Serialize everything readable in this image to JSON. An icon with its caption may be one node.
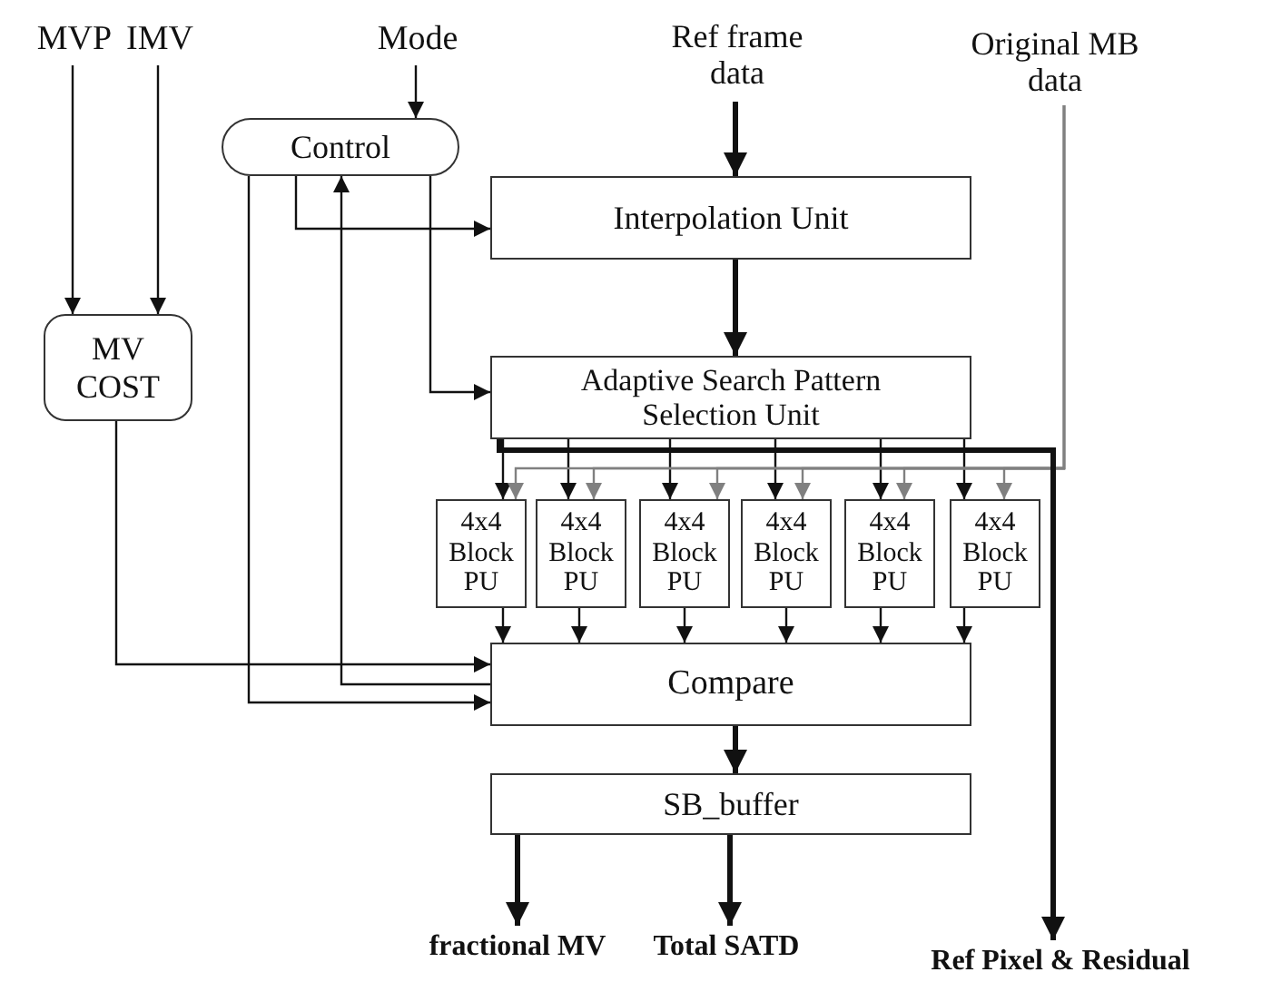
{
  "diagram": {
    "nodes": [
      {
        "text": [
          "MVP"
        ]
      },
      {
        "text": [
          "IMV"
        ]
      },
      {
        "text": [
          "Mode"
        ]
      },
      {
        "text": [
          "Ref frame data"
        ]
      },
      {
        "text": [
          "Original MB data"
        ]
      },
      {
        "text": [
          "Control"
        ]
      },
      {
        "text": [
          "MV COST"
        ]
      },
      {
        "text": [
          "Interpolation Unit"
        ]
      },
      {
        "text": [
          "Adaptive Search Pattern Selection Unit"
        ]
      },
      {
        "text": [
          "4x4 Block PU"
        ]
      },
      {
        "text": [
          "4x4 Block PU"
        ]
      },
      {
        "text": [
          "4x4 Block PU"
        ]
      },
      {
        "text": [
          "4x4 Block PU"
        ]
      },
      {
        "text": [
          "4x4 Block PU"
        ]
      },
      {
        "text": [
          "4x4 Block PU"
        ]
      },
      {
        "text": [
          "Compare"
        ]
      },
      {
        "text": [
          "SB_buffer"
        ]
      },
      {
        "text": [
          "fractional MV"
        ]
      },
      {
        "text": [
          "Total SATD"
        ]
      },
      {
        "text": [
          "Ref Pixel & Residual"
        ]
      }
    ],
    "edges": [
      {
        "from": 0,
        "to": 6,
        "arrow": "to"
      },
      {
        "from": 1,
        "to": 6,
        "arrow": "to"
      },
      {
        "from": 2,
        "to": 5,
        "arrow": "to"
      },
      {
        "from": 3,
        "to": 7,
        "arrow": "to",
        "style": "thick"
      },
      {
        "from": 5,
        "to": 7,
        "arrow": "to"
      },
      {
        "from": 5,
        "to": 8,
        "arrow": "to"
      },
      {
        "from": 7,
        "to": 8,
        "arrow": "to",
        "style": "thick"
      },
      {
        "from": 8,
        "to": 9,
        "arrow": "to"
      },
      {
        "from": 8,
        "to": 10,
        "arrow": "to"
      },
      {
        "from": 8,
        "to": 11,
        "arrow": "to"
      },
      {
        "from": 8,
        "to": 12,
        "arrow": "to"
      },
      {
        "from": 8,
        "to": 13,
        "arrow": "to"
      },
      {
        "from": 8,
        "to": 14,
        "arrow": "to"
      },
      {
        "from": 4,
        "to": 9,
        "arrow": "to",
        "color": "#808080"
      },
      {
        "from": 4,
        "to": 10,
        "arrow": "to",
        "color": "#808080"
      },
      {
        "from": 4,
        "to": 11,
        "arrow": "to",
        "color": "#808080"
      },
      {
        "from": 4,
        "to": 12,
        "arrow": "to",
        "color": "#808080"
      },
      {
        "from": 4,
        "to": 13,
        "arrow": "to",
        "color": "#808080"
      },
      {
        "from": 4,
        "to": 14,
        "arrow": "to",
        "color": "#808080"
      },
      {
        "from": 8,
        "to": 19,
        "arrow": "to",
        "style": "thick"
      },
      {
        "from": 9,
        "to": 15,
        "arrow": "to"
      },
      {
        "from": 10,
        "to": 15,
        "arrow": "to"
      },
      {
        "from": 11,
        "to": 15,
        "arrow": "to"
      },
      {
        "from": 12,
        "to": 15,
        "arrow": "to"
      },
      {
        "from": 13,
        "to": 15,
        "arrow": "to"
      },
      {
        "from": 14,
        "to": 15,
        "arrow": "to"
      },
      {
        "from": 6,
        "to": 15,
        "arrow": "to"
      },
      {
        "from": 5,
        "to": 15,
        "arrow": "to"
      },
      {
        "from": 15,
        "to": 5,
        "arrow": "to"
      },
      {
        "from": 15,
        "to": 16,
        "arrow": "to",
        "style": "thick"
      },
      {
        "from": 16,
        "to": 17,
        "arrow": "to",
        "style": "thick"
      },
      {
        "from": 16,
        "to": 18,
        "arrow": "to",
        "style": "thick"
      }
    ]
  }
}
